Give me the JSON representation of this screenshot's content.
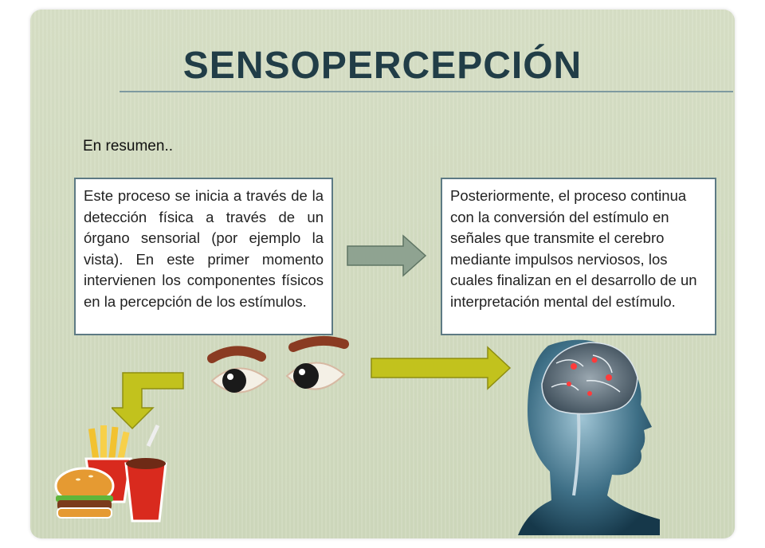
{
  "title": "SENSOPERCEPCIÓN",
  "subtitle": "En resumen..",
  "box_left": "Este proceso se inicia a través de la detección física a través de un órgano sensorial (por ejemplo la vista). En este primer momento intervienen los componentes físicos en la percepción de los estímulos.",
  "box_right": "Posteriormente, el proceso continua con la conversión del estímulo en señales que transmite el cerebro mediante impulsos nerviosos, los cuales finalizan en el desarrollo de un interpretación mental del estímulo.",
  "colors": {
    "title": "#213d47",
    "gray_arrow": "#8fa391",
    "yellow_arrow": "#c2c21d",
    "background": "#d3dcc0",
    "box_border": "#5d7a84"
  }
}
